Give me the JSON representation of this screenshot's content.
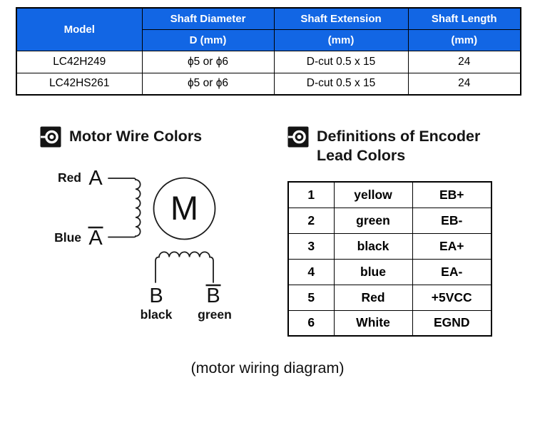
{
  "spec_table": {
    "header_bg": "#1266e4",
    "header_text_color": "#ffffff",
    "headers": {
      "model": "Model",
      "shaft_diameter_line1": "Shaft Diameter",
      "shaft_diameter_line2": "D (mm)",
      "shaft_extension_line1": "Shaft Extension",
      "shaft_extension_line2": "(mm)",
      "shaft_length_line1": "Shaft Length",
      "shaft_length_line2": "(mm)"
    },
    "rows": [
      {
        "model": "LC42H249",
        "shaft_diameter": "ϕ5 or ϕ6",
        "shaft_extension": "D-cut 0.5 x 15",
        "shaft_length": "24"
      },
      {
        "model": "LC42HS261",
        "shaft_diameter": "ϕ5 or ϕ6",
        "shaft_extension": "D-cut 0.5 x 15",
        "shaft_length": "24"
      }
    ]
  },
  "sections": {
    "motor_wire": {
      "title": "Motor Wire Colors"
    },
    "encoder": {
      "title_line1": "Definitions of Encoder",
      "title_line2": "Lead Colors"
    }
  },
  "diagram": {
    "phase_a": {
      "color_label": "Red",
      "terminal": "A"
    },
    "phase_a_bar": {
      "color_label": "Blue",
      "terminal": "A"
    },
    "motor_symbol": "M",
    "phase_b": {
      "terminal": "B",
      "color_label": "black"
    },
    "phase_b_bar": {
      "terminal": "B",
      "color_label": "green"
    }
  },
  "encoder_table": {
    "rows": [
      {
        "pin": "1",
        "color": "yellow",
        "signal": "EB+"
      },
      {
        "pin": "2",
        "color": "green",
        "signal": "EB-"
      },
      {
        "pin": "3",
        "color": "black",
        "signal": "EA+"
      },
      {
        "pin": "4",
        "color": "blue",
        "signal": "EA-"
      },
      {
        "pin": "5",
        "color": "Red",
        "signal": "+5VCC"
      },
      {
        "pin": "6",
        "color": "White",
        "signal": "EGND"
      }
    ]
  },
  "caption": "(motor wiring diagram)"
}
